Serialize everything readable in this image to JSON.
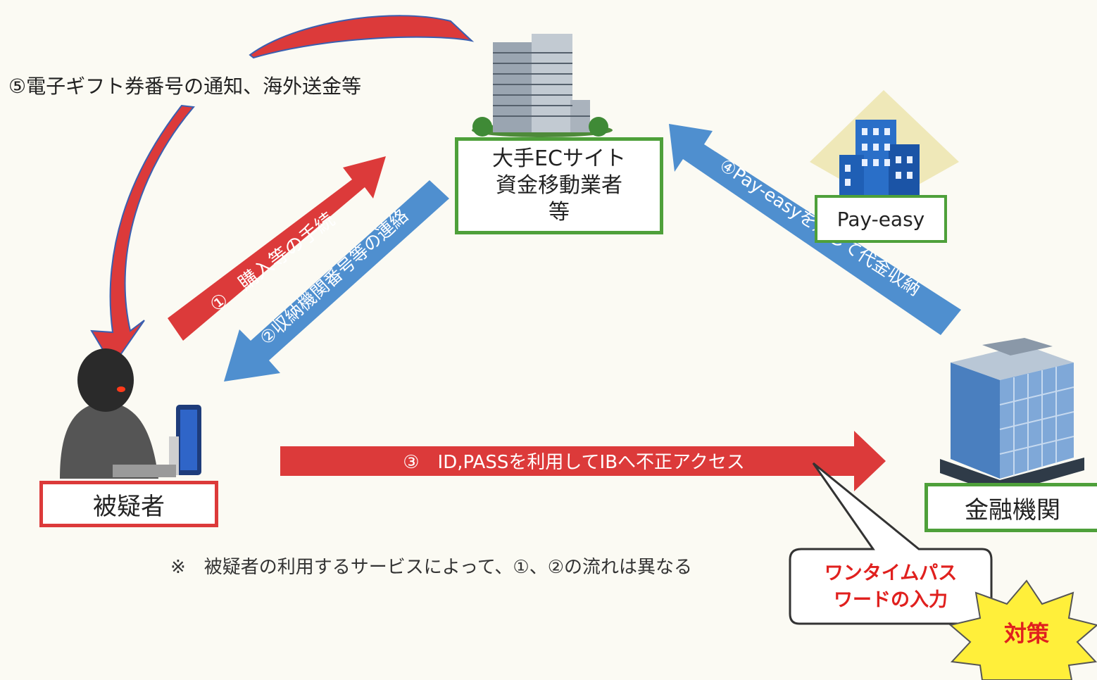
{
  "nodes": {
    "ec_site": {
      "lines": [
        "大手ECサイト",
        "資金移動業者",
        "等"
      ]
    },
    "suspect": {
      "label": "被疑者"
    },
    "bank": {
      "label": "金融機関"
    },
    "payeasy": {
      "label": "Pay-easy"
    }
  },
  "steps": {
    "step1": "①　購入等の手続",
    "step2": "②収納機関番号等の連絡",
    "step3": "③　ID,PASSを利用してIBへ不正アクセス",
    "step4": "④Pay-easyを通じて代金収納",
    "step5": "⑤電子ギフト券番号の通知、海外送金等"
  },
  "note": "※　被疑者の利用するサービスによって、①、②の流れは異なる",
  "callout": {
    "lines": [
      "ワンタイムパス",
      "ワードの入力"
    ]
  },
  "countermeasure": "対策",
  "colors": {
    "red": "#dc3a3a",
    "blue": "#4f8fcf",
    "green": "#4ea03a",
    "yellow": "#ffef3a"
  }
}
